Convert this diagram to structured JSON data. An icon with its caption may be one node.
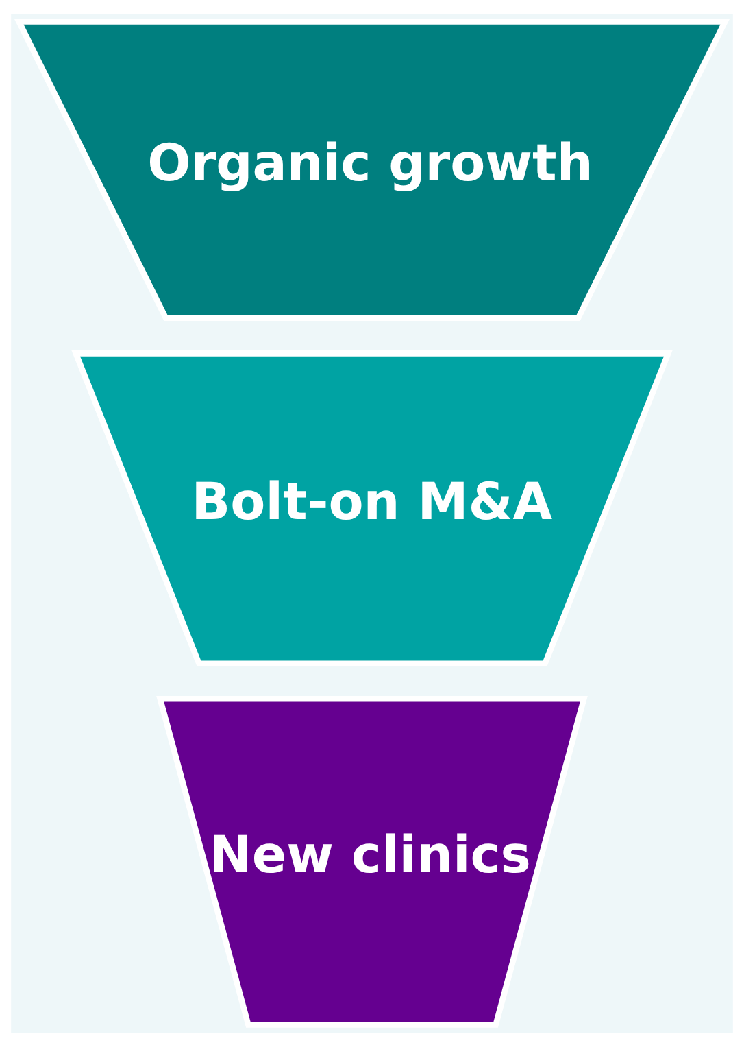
{
  "diagram": {
    "nodes": [
      {
        "text": [
          "Organic growth"
        ]
      },
      {
        "text": [
          "Bolt-on M&A"
        ]
      },
      {
        "text": [
          "New clinics"
        ]
      }
    ]
  }
}
